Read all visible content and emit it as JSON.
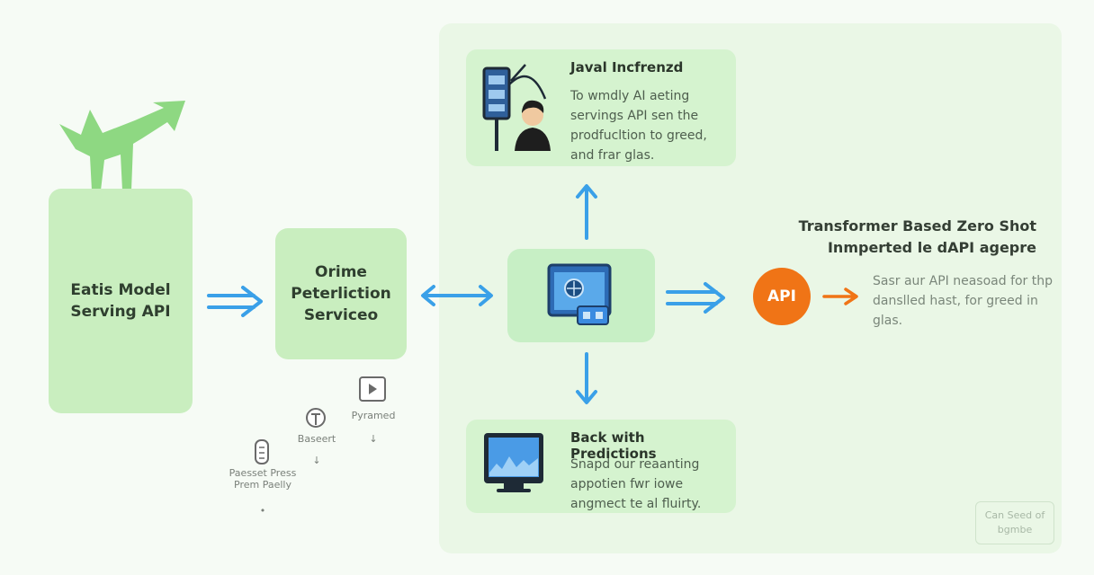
{
  "left": {
    "main_box_label": "Eatis Model Serving API",
    "service_box_label": "Orime Peterliction Serviceo",
    "small_icons": [
      {
        "label": "Pyramed",
        "icon": "video-icon"
      },
      {
        "label": "Baseert",
        "icon": "pin-icon"
      },
      {
        "label": "Paesset Press Prem Paelly",
        "icon": "tube-icon"
      }
    ]
  },
  "top_card": {
    "title": "Javal Incfrenzd",
    "text": "To wmdly AI aeting servings API sen the prodfucltion to greed, and frar glas."
  },
  "bottom_card": {
    "title": "Back with Predictions",
    "text": "Snapd our reaanting appotien fwr iowe angmect te al fluirty."
  },
  "right": {
    "title": "Transformer Based Zero Shot Inmperted le dAPI agepre",
    "api_label": "API",
    "text": "Sasr aur API neasoad for thp danslled hast, for greed in glas."
  },
  "watermark": "Can Seed of bgmbe",
  "colors": {
    "green_box": "#c9eebf",
    "panel": "#eaf7e6",
    "arrow_blue": "#3aa0e8",
    "api_orange": "#f07416"
  }
}
